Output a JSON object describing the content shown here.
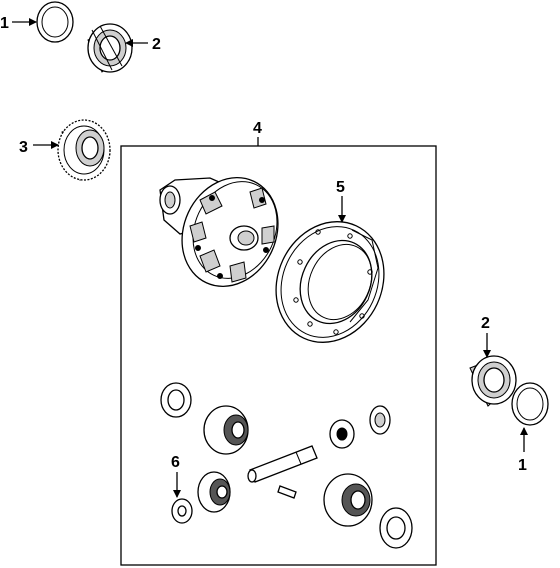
{
  "callouts": {
    "c1_top": "1",
    "c2_top": "2",
    "c3": "3",
    "c4": "4",
    "c5": "5",
    "c2_right": "2",
    "c1_right": "1",
    "c6": "6"
  }
}
